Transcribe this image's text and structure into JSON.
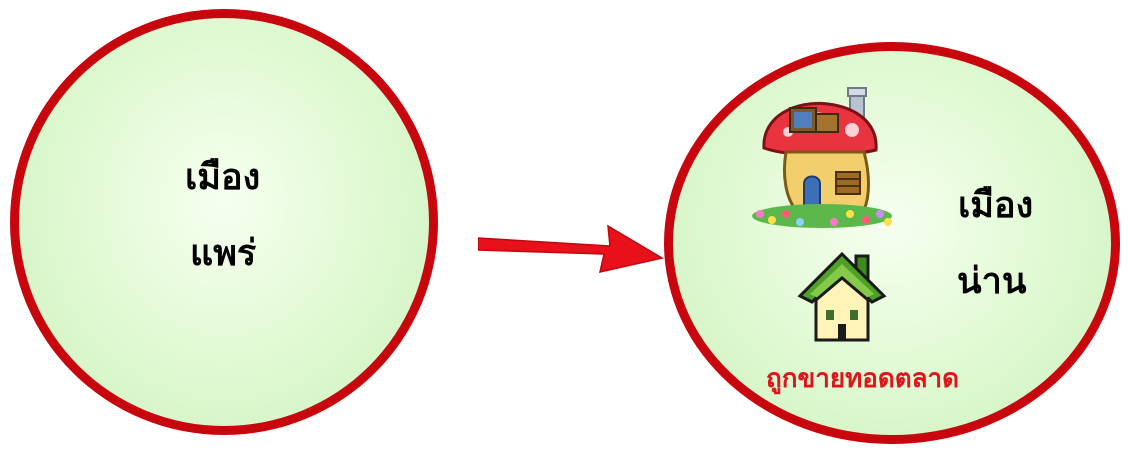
{
  "diagram": {
    "left_node": {
      "line1": "เมือง",
      "line2": "แพร่"
    },
    "right_node": {
      "line1": "เมือง",
      "line2": "น่าน",
      "status": "ถูกขายทอดตลาด"
    }
  },
  "colors": {
    "circle_border": "#c8060e",
    "circle_fill": "#e3fad6",
    "arrow": "#e8101a",
    "status_text": "#e0141c"
  },
  "icons": [
    "mushroom-house-icon",
    "green-roof-house-icon"
  ]
}
